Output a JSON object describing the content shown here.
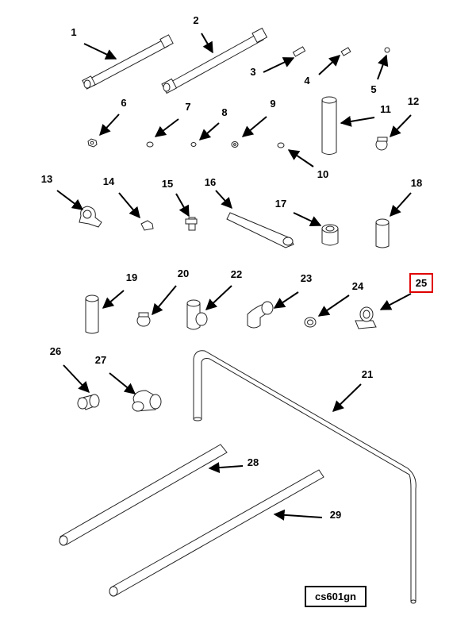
{
  "diagram": {
    "labels": [
      "1",
      "2",
      "3",
      "4",
      "5",
      "6",
      "7",
      "8",
      "9",
      "10",
      "11",
      "12",
      "13",
      "14",
      "15",
      "16",
      "17",
      "18",
      "19",
      "20",
      "21",
      "22",
      "23",
      "24",
      "25",
      "26",
      "27",
      "28",
      "29"
    ],
    "highlighted_label": "25",
    "highlight_color": "#e00000",
    "drawing_code": "cs601gn"
  }
}
